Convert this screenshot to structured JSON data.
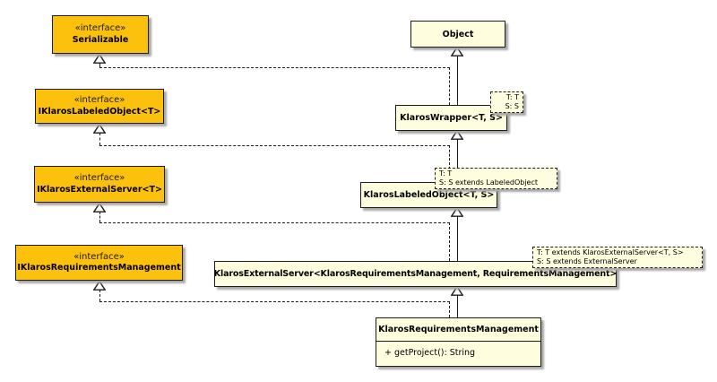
{
  "diagram": {
    "title": "Klaros requirements management UML class diagram",
    "colors": {
      "interface_fill": "#FCC10D",
      "class_fill": "#FEFEDE",
      "border": "#1c1c1c",
      "shadow": "#a8a8a8",
      "background": "#ffffff"
    },
    "nodes": {
      "serializable": {
        "stereotype": "«interface»",
        "name": "Serializable"
      },
      "iklaros_labeled_object": {
        "stereotype": "«interface»",
        "name": "IKlarosLabeledObject<T>"
      },
      "iklaros_external_server": {
        "stereotype": "«interface»",
        "name": "IKlarosExternalServer<T>"
      },
      "iklaros_requirements_management": {
        "stereotype": "«interface»",
        "name": "IKlarosRequirementsManagement"
      },
      "object": {
        "name": "Object"
      },
      "klaros_wrapper": {
        "name": "KlarosWrapper<T, S>",
        "template_params": [
          "T: T",
          "S: S"
        ]
      },
      "klaros_labeled_object": {
        "name": "KlarosLabeledObject<T, S>",
        "template_params": [
          "T: T",
          "S: S extends LabeledObject"
        ]
      },
      "klaros_external_server": {
        "name": "KlarosExternalServer<KlarosRequirementsManagement, RequirementsManagement>",
        "template_params": [
          "T: T extends KlarosExternalServer<T, S>",
          "S: S extends ExternalServer"
        ]
      },
      "klaros_requirements_management": {
        "name": "KlarosRequirementsManagement",
        "methods": [
          "+ getProject(): String"
        ]
      }
    },
    "relationships": [
      {
        "from": "KlarosWrapper<T, S>",
        "to": "Object",
        "type": "generalization",
        "line": "solid"
      },
      {
        "from": "KlarosWrapper<T, S>",
        "to": "Serializable",
        "type": "realization",
        "line": "dashed"
      },
      {
        "from": "KlarosLabeledObject<T, S>",
        "to": "KlarosWrapper<T, S>",
        "type": "generalization",
        "line": "solid"
      },
      {
        "from": "KlarosLabeledObject<T, S>",
        "to": "IKlarosLabeledObject<T>",
        "type": "realization",
        "line": "dashed"
      },
      {
        "from": "KlarosExternalServer<KlarosRequirementsManagement, RequirementsManagement>",
        "to": "KlarosLabeledObject<T, S>",
        "type": "generalization",
        "line": "solid"
      },
      {
        "from": "KlarosExternalServer<KlarosRequirementsManagement, RequirementsManagement>",
        "to": "IKlarosExternalServer<T>",
        "type": "realization",
        "line": "dashed"
      },
      {
        "from": "KlarosRequirementsManagement",
        "to": "KlarosExternalServer<KlarosRequirementsManagement, RequirementsManagement>",
        "type": "generalization",
        "line": "solid"
      },
      {
        "from": "KlarosRequirementsManagement",
        "to": "IKlarosRequirementsManagement",
        "type": "realization",
        "line": "dashed"
      }
    ]
  }
}
